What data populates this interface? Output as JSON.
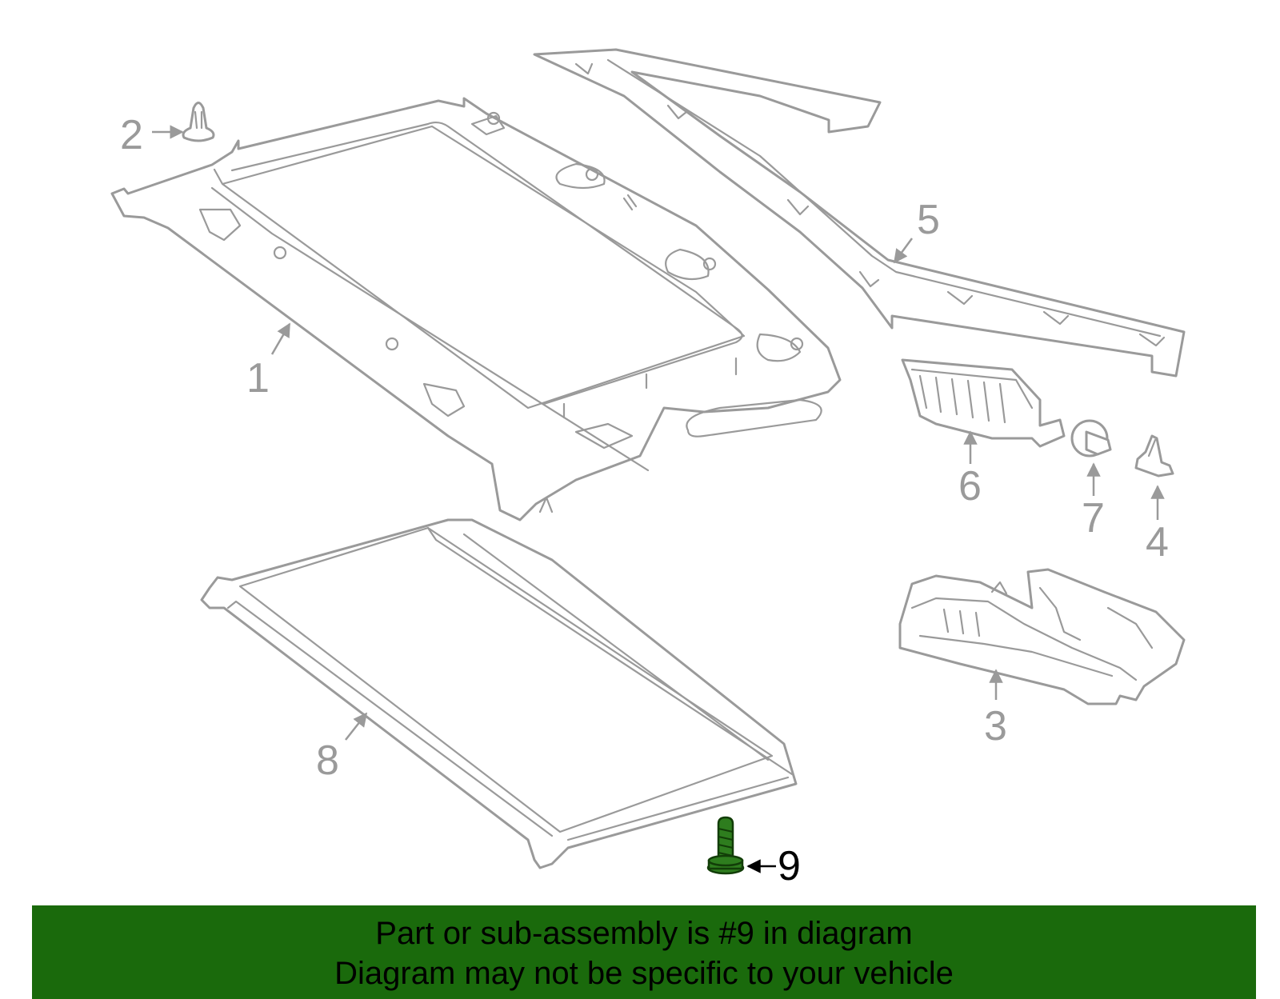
{
  "diagram": {
    "callouts": [
      {
        "id": "1",
        "label": "1"
      },
      {
        "id": "2",
        "label": "2"
      },
      {
        "id": "3",
        "label": "3"
      },
      {
        "id": "4",
        "label": "4"
      },
      {
        "id": "5",
        "label": "5"
      },
      {
        "id": "6",
        "label": "6"
      },
      {
        "id": "7",
        "label": "7"
      },
      {
        "id": "8",
        "label": "8"
      },
      {
        "id": "9",
        "label": "9"
      }
    ],
    "highlighted_part": "9",
    "colors": {
      "line": "#9a9a9a",
      "highlight_fill": "#2e7d1e",
      "banner_background": "#1a6a0c"
    }
  },
  "banner": {
    "line1": "Part or sub-assembly is #9 in diagram",
    "line2": "Diagram may not be specific to your vehicle"
  }
}
